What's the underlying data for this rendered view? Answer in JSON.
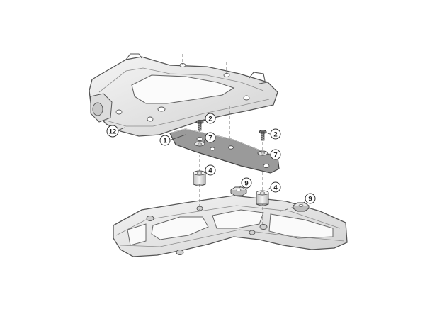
{
  "diagram": {
    "callouts": {
      "c12": "12",
      "c1": "1",
      "c2a": "2",
      "c2b": "2",
      "c7a": "7",
      "c7b": "7",
      "c4a": "4",
      "c4b": "4",
      "c9a": "9",
      "c9b": "9"
    },
    "colors": {
      "outline": "#555555",
      "part_fill": "#e9e9e9",
      "plate_fill": "#9a9a9a",
      "callout_fill": "#ffffff"
    }
  }
}
